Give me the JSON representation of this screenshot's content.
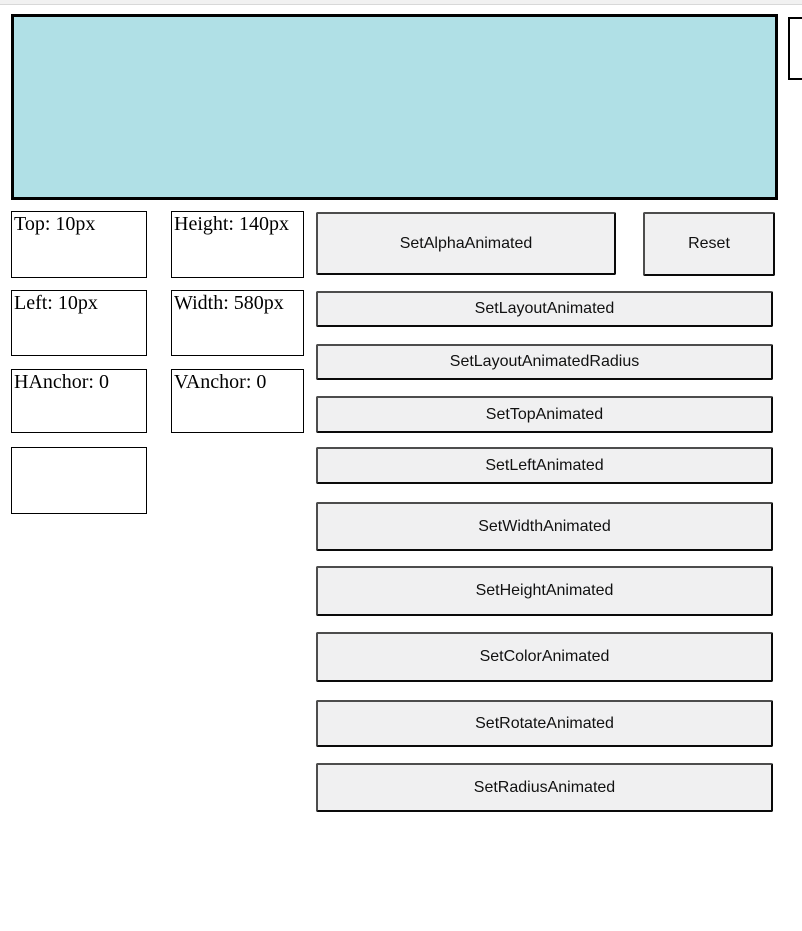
{
  "animated_box": {
    "fill_color": "#B0E0E6",
    "border_color": "#000000"
  },
  "info_panels": {
    "top": {
      "label": "Top: 10px"
    },
    "height": {
      "label": "Height: 140px"
    },
    "left": {
      "label": "Left: 10px"
    },
    "width": {
      "label": "Width: 580px"
    },
    "hanchor": {
      "label": "HAnchor: 0"
    },
    "vanchor": {
      "label": "VAnchor: 0"
    },
    "empty": {
      "label": ""
    }
  },
  "buttons": {
    "set_alpha": "SetAlphaAnimated",
    "reset": "Reset",
    "set_layout": "SetLayoutAnimated",
    "set_layout_radius": "SetLayoutAnimatedRadius",
    "set_top": "SetTopAnimated",
    "set_left": "SetLeftAnimated",
    "set_width": "SetWidthAnimated",
    "set_height": "SetHeightAnimated",
    "set_color": "SetColorAnimated",
    "set_rotate": "SetRotateAnimated",
    "set_radius": "SetRadiusAnimated"
  },
  "colors": {
    "button_fill": "#F0F0F1",
    "button_border_topleft": "#4D4D4D",
    "button_border_bottomright": "#0A0A0A",
    "top_strip_fill": "#F1F1F1"
  }
}
